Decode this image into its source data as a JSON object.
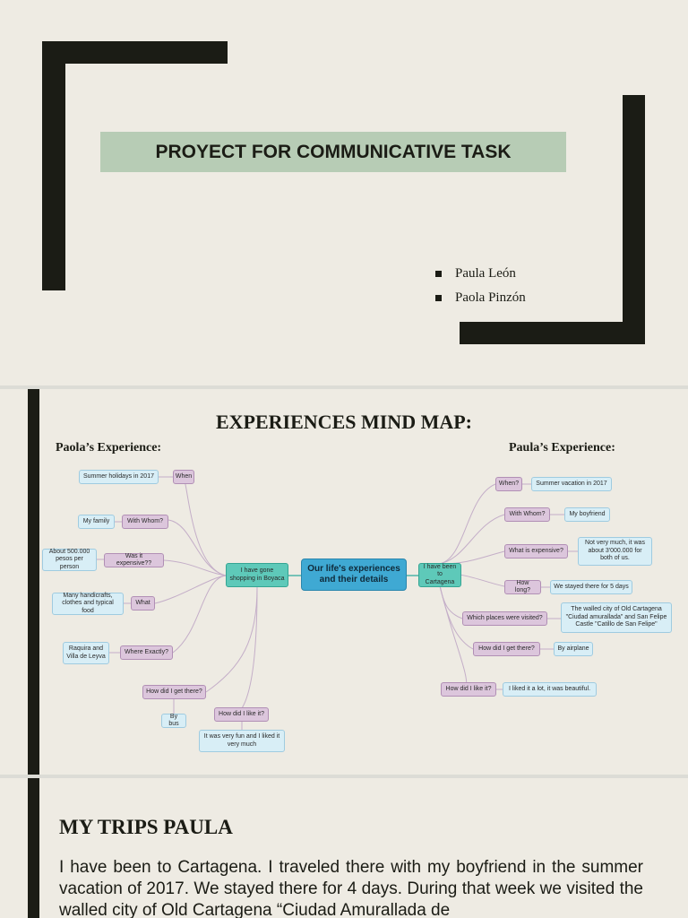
{
  "slide1": {
    "title": "PROYECT FOR COMMUNICATIVE TASK",
    "authors": [
      "Paula León",
      "Paola Pinzón"
    ]
  },
  "slide2": {
    "title": "EXPERIENCES MIND MAP:",
    "left_label": "Paola’s Experience:",
    "right_label": "Paula’s Experience:",
    "center": "Our life's experiences and their details",
    "left_branch": "I have gone shopping in Boyaca",
    "right_branch": "I have been to Cartagena",
    "left_nodes": {
      "when_q": "When",
      "when_a": "Summer holidays in 2017",
      "whom_q": "With Whom?",
      "whom_a": "My family",
      "exp_q": "Was it expensive??",
      "exp_a": "About 500.000 pesos per person",
      "what_q": "What",
      "what_a": "Many handicrafts, clothes and typical food",
      "where_q": "Where Exactly?",
      "where_a": "Raquira and Villa de Leyva",
      "how_q": "How did I get there?",
      "how_a": "By bus",
      "like_q": "How did I like it?",
      "like_a": "It was very fun and I liked it very much"
    },
    "right_nodes": {
      "when_q": "When?",
      "when_a": "Summer vacation in 2017",
      "whom_q": "With Whom?",
      "whom_a": "My boyfriend",
      "exp_q": "What is expensive?",
      "exp_a": "Not very much, it was about 3'000.000 for both of us.",
      "long_q": "How long?",
      "long_a": "We stayed there for 5 days",
      "places_q": "Which places were visited?",
      "places_a": "The walled city of Old Cartagena \"Ciudad amurallada\" and San Felipe Castle \"Catillo de San Felipe\"",
      "how_q": "How did I get there?",
      "how_a": "By airplane",
      "like_q": "How did I like it?",
      "like_a": "I liked it a lot, it was beautiful."
    }
  },
  "slide3": {
    "title": "MY TRIPS PAULA",
    "text": "I have been to Cartagena. I traveled there with my boyfriend in the summer vacation of 2017. We stayed there for 4 days. During that week we visited the walled city of Old Cartagena “Ciudad Amurallada de"
  },
  "colors": {
    "background": "#eeebe3",
    "dark_bar": "#1b1c15",
    "title_box": "#b7ccb5",
    "question_node": "#dcc6dc",
    "answer_node": "#d8eef6",
    "branch_node": "#5ec9b9",
    "center_node": "#3fa9d3"
  }
}
